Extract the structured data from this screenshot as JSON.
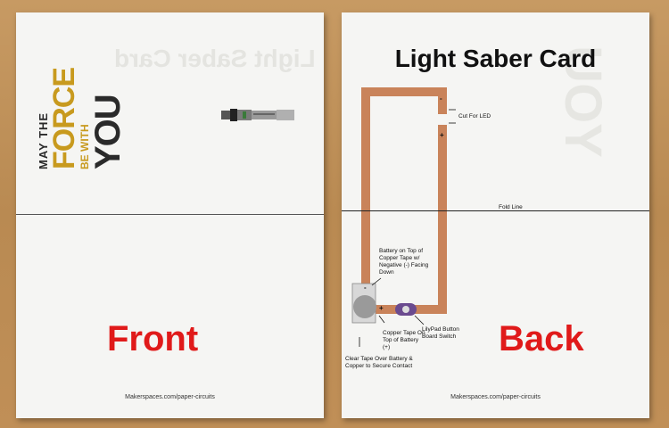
{
  "front": {
    "ghost_title": "Light Saber Card",
    "logo": {
      "line1": "MAY THE",
      "line2": "FORCE",
      "line3": "BE WITH",
      "line4": "YOU"
    },
    "label": "Front",
    "footer": "Makerspaces.com/paper-circuits"
  },
  "back": {
    "title": "Light Saber Card",
    "ghost_you": "YOU",
    "cut_for_led": "Cut For LED",
    "fold_line": "Fold Line",
    "battery_note": "Battery on Top of Copper Tape w/ Negative (-) Facing Down",
    "copper_note": "Copper Tape On Top of Battery (+)",
    "lilypad_note": "LilyPad Button Board Switch",
    "clear_tape_note": "Clear Tape Over Battery & Copper to Secure Contact",
    "minus_sign": "-",
    "plus_sign": "+",
    "label": "Back",
    "footer": "Makerspaces.com/paper-circuits"
  },
  "colors": {
    "table": "#c08f57",
    "paper": "#f5f5f3",
    "copper": "#c9835a",
    "label_red": "#e01a1a",
    "logo_gold": "#c89a1e"
  }
}
